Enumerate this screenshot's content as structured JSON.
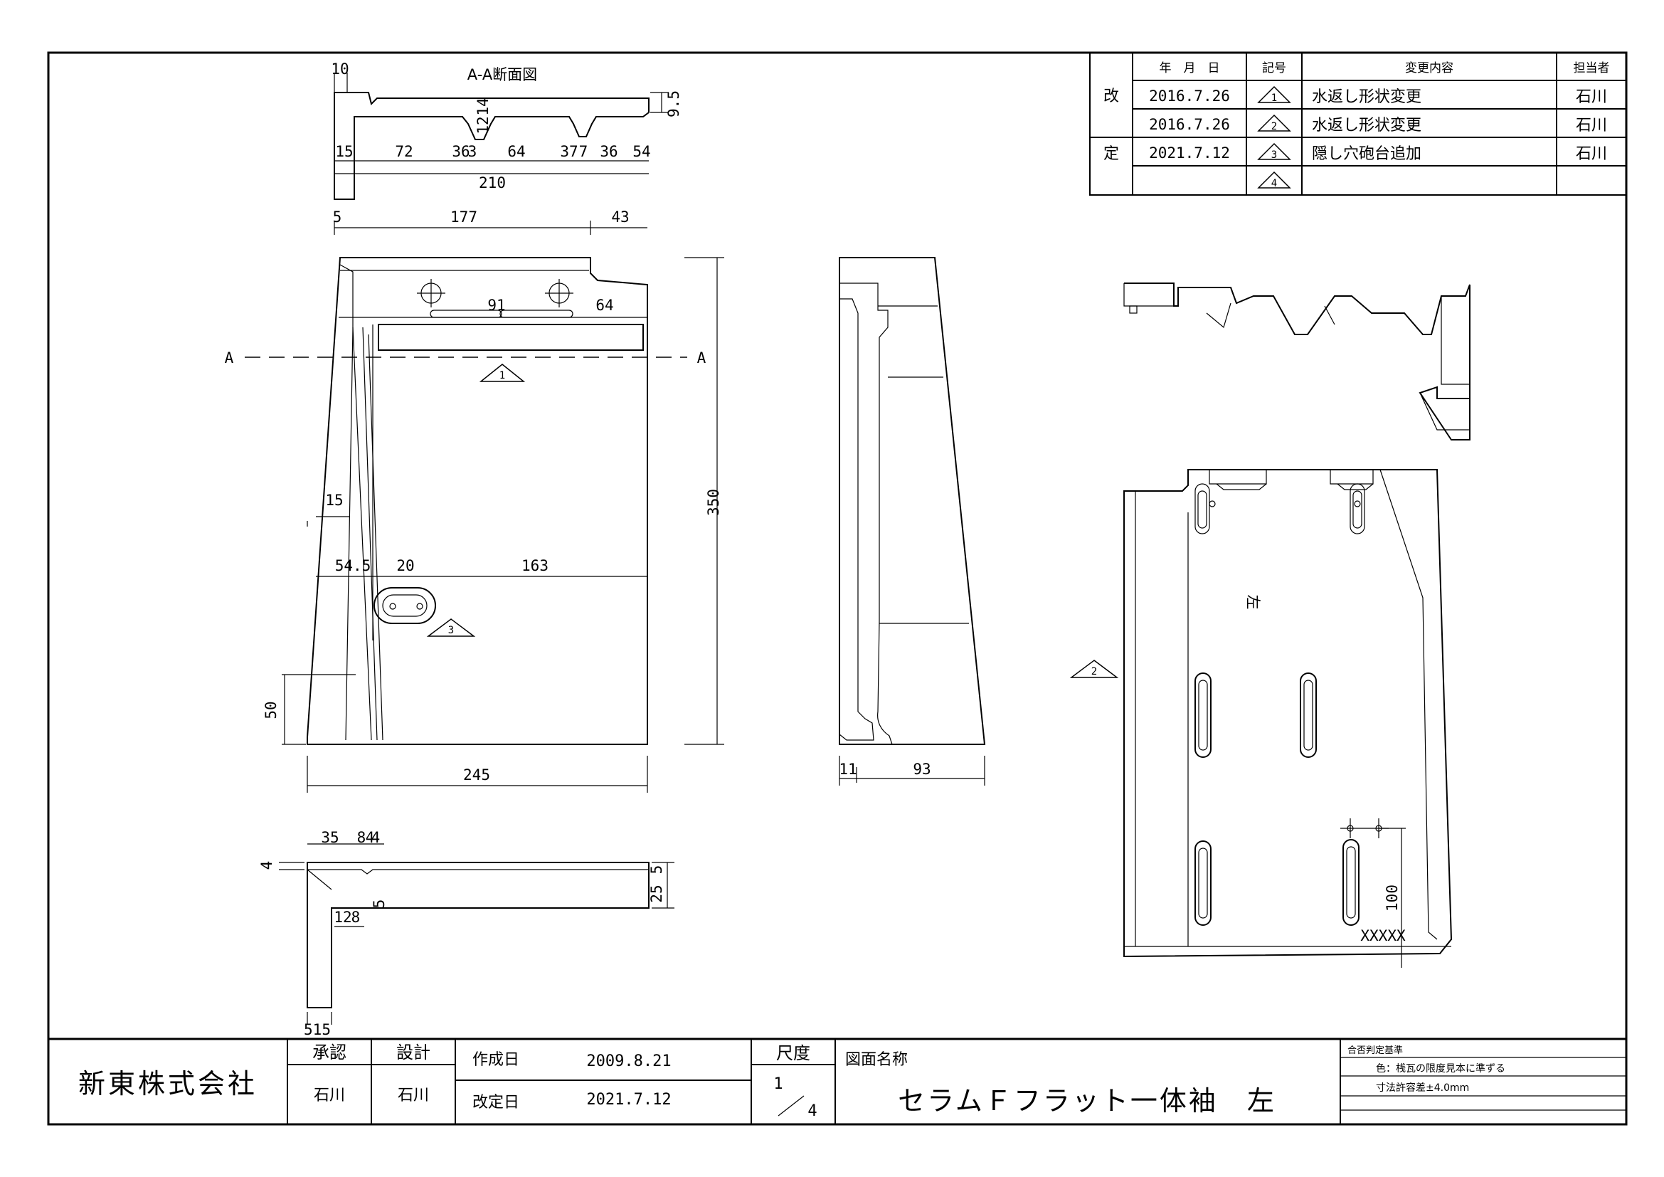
{
  "section_title": "A-A断面図",
  "section_marker": "A",
  "revision": {
    "side_label_1": "改",
    "side_label_2": "定",
    "headers": {
      "date": "年　月　日",
      "symbol": "記号",
      "content": "変更内容",
      "person": "担当者"
    },
    "rows": [
      {
        "date": "2016.7.26",
        "symbol": "1",
        "content": "水返し形状変更",
        "person": "石川"
      },
      {
        "date": "2016.7.26",
        "symbol": "2",
        "content": "水返し形状変更",
        "person": "石川"
      },
      {
        "date": "2021.7.12",
        "symbol": "3",
        "content": "隠し穴砲台追加",
        "person": "石川"
      },
      {
        "date": "",
        "symbol": "4",
        "content": "",
        "person": ""
      }
    ]
  },
  "dims": {
    "section_top": "10",
    "section_w": [
      "15",
      "72",
      "36",
      "3",
      "64",
      "37",
      "7",
      "36",
      "54"
    ],
    "section_total": "210",
    "section_right": "9.5",
    "section_groove_a": "12",
    "section_groove_b": "14",
    "top_span": [
      "5",
      "177",
      "43"
    ],
    "plan_91": "91",
    "plan_64": "64",
    "plan_15": "15",
    "plan_height": "350",
    "plan_545": "54.5",
    "plan_20": "20",
    "plan_163": "163",
    "plan_50": "50",
    "plan_width": "245",
    "side_11": "11",
    "side_93": "93",
    "bottom_35": "35",
    "bottom_8": "8",
    "bottom_4a": "4",
    "bottom_4b": "4",
    "bottom_4left": "4",
    "bottom_25": "25",
    "bottom_5": "5",
    "bottom_12": "12",
    "bottom_8b": "8",
    "bottom_5b": "5",
    "bottom_515": "515",
    "rear_100": "100",
    "rear_mark": "XXXXX",
    "rear_kanji": "左"
  },
  "title_block": {
    "company": "新東株式会社",
    "approve_label": "承認",
    "design_label": "設計",
    "approve_name": "石川",
    "design_name": "石川",
    "created_label": "作成日",
    "created_date": "2009.8.21",
    "revised_label": "改定日",
    "revised_date": "2021.7.12",
    "scale_label": "尺度",
    "scale_num": "1",
    "scale_den": "4",
    "drawing_name_label": "図面名称",
    "drawing_name": "セラムＦフラット一体袖　左",
    "criteria_title": "合否判定基準",
    "criteria_1": "色：桟瓦の限度見本に準ずる",
    "criteria_2": "寸法許容差±4.0mm"
  }
}
